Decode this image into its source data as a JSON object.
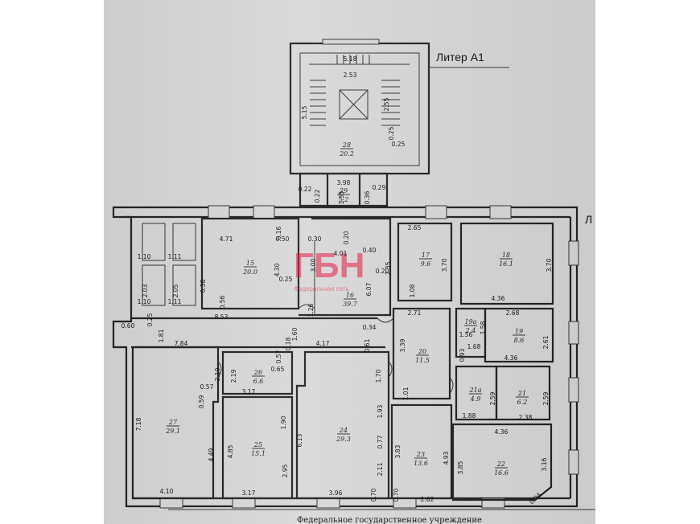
{
  "title": "Литер А1",
  "edge_letter": "Л",
  "footer": "Федеральное государственное учреждение",
  "watermark": {
    "logo": "ГБН",
    "caption": "Федеральная сеть"
  },
  "rooms": [
    {
      "id": "r28",
      "num": "28",
      "area": "20.2"
    },
    {
      "id": "r29",
      "num": "29",
      "area": "5.2"
    },
    {
      "id": "r15",
      "num": "15",
      "area": "20.0"
    },
    {
      "id": "r16",
      "num": "16",
      "area": "39.7"
    },
    {
      "id": "r17",
      "num": "17",
      "area": "9.6"
    },
    {
      "id": "r18",
      "num": "18",
      "area": "16.1"
    },
    {
      "id": "r19a",
      "num": "19а",
      "area": "2.4"
    },
    {
      "id": "r19",
      "num": "19",
      "area": "8.6"
    },
    {
      "id": "r20",
      "num": "20",
      "area": "11.5"
    },
    {
      "id": "r21a",
      "num": "21а",
      "area": "4.9"
    },
    {
      "id": "r21",
      "num": "21",
      "area": "6.2"
    },
    {
      "id": "r22",
      "num": "22",
      "area": "16.6"
    },
    {
      "id": "r23",
      "num": "23",
      "area": "13.6"
    },
    {
      "id": "r24",
      "num": "24",
      "area": "29.3"
    },
    {
      "id": "r25",
      "num": "25",
      "area": "15.1"
    },
    {
      "id": "r26",
      "num": "26",
      "area": "6.6"
    },
    {
      "id": "r27",
      "num": "27",
      "area": "29.1"
    }
  ],
  "dimensions": [
    "5.18",
    "2.53",
    "5.15",
    "2.55",
    "0.25",
    "0.25",
    "3.98",
    "0.22",
    "0.22",
    "1.35",
    "0.36",
    "0.29",
    "4.71",
    "0.16",
    "0.50",
    "0.30",
    "0.20",
    "0.40",
    "2.65",
    "4.30",
    "3.00",
    "4.01",
    "2.35",
    "3.70",
    "3.70",
    "0.38",
    "0.56",
    "0.25",
    "1.26",
    "6.07",
    "0.20",
    "1.08",
    "4.36",
    "1.10",
    "1.11",
    "2.03",
    "2.05",
    "1.10",
    "1.11",
    "0.60",
    "0.25",
    "1.81",
    "8.53",
    "1.60",
    "0.34",
    "2.71",
    "1.56",
    "1.58",
    "2.68",
    "2.61",
    "7.84",
    "0.18",
    "4.17",
    "0.61",
    "3.39",
    "0.93",
    "1.68",
    "4.36",
    "2.10",
    "2.19",
    "0.57",
    "0.65",
    "1.70",
    "0.59",
    "0.57",
    "3.17",
    "1.01",
    "2.59",
    "2.59",
    "1.90",
    "1.93",
    "1.88",
    "2.38",
    "7.18",
    "4.49",
    "4.85",
    "6.13",
    "0.77",
    "3.83",
    "4.93",
    "4.36",
    "2.95",
    "2.11",
    "3.85",
    "3.16",
    "4.10",
    "3.17",
    "3.96",
    "0.70",
    "0.70",
    "2.62",
    "0.94"
  ]
}
